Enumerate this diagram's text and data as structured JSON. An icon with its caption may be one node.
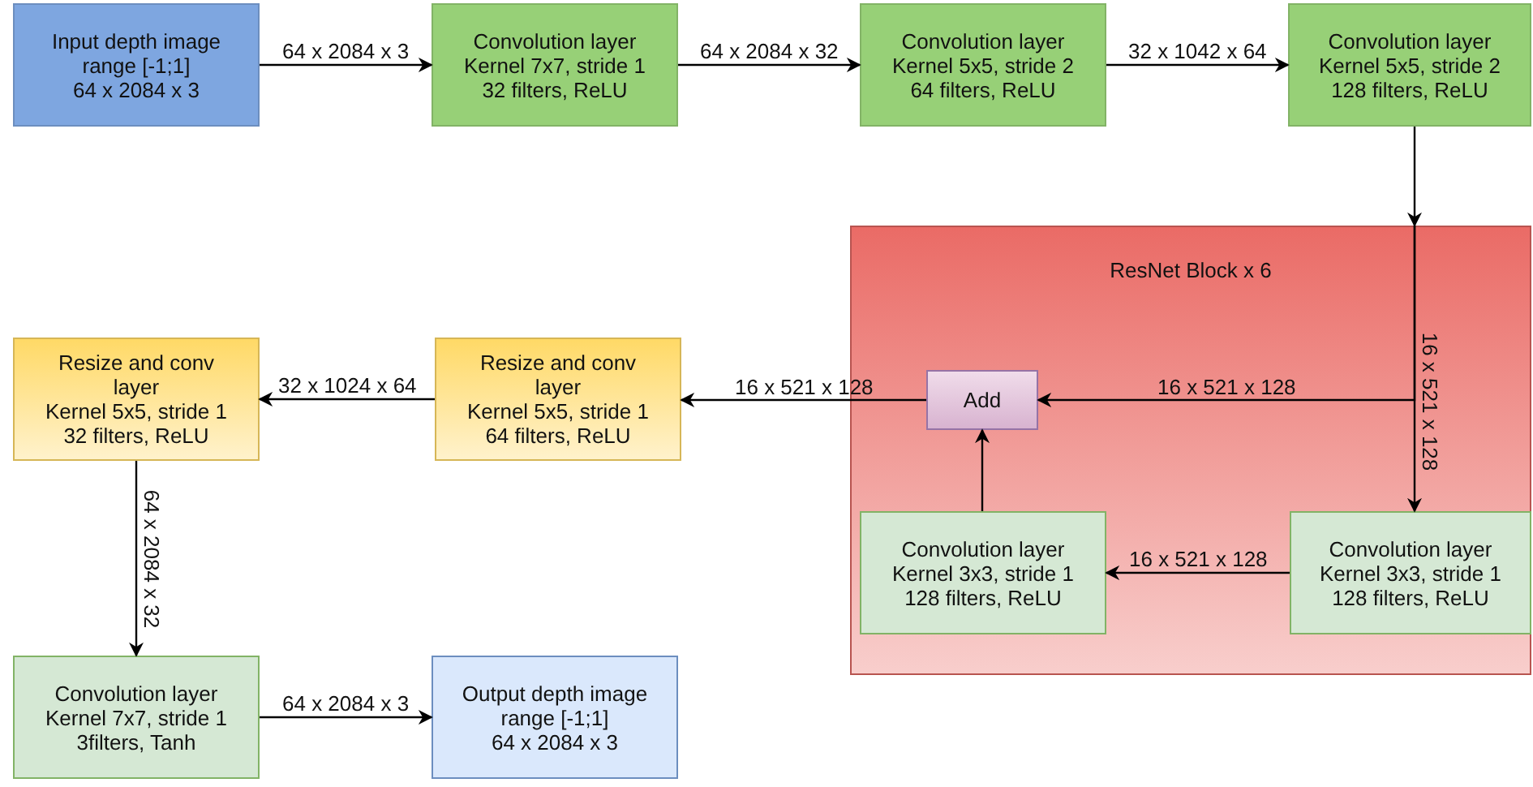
{
  "diagram": {
    "nodes": [
      {
        "text": [
          "Input depth image",
          "range [-1;1]",
          "64 x 2084 x 3"
        ]
      },
      {
        "text": [
          "Convolution layer",
          "Kernel 7x7, stride 1",
          "32 filters, ReLU"
        ]
      },
      {
        "text": [
          "Convolution layer",
          "Kernel 5x5, stride 2",
          "64 filters, ReLU"
        ]
      },
      {
        "text": [
          "Convolution layer",
          "Kernel 5x5, stride 2",
          "128 filters, ReLU"
        ]
      },
      {
        "text": [
          "ResNet Block x 6"
        ]
      },
      {
        "text": [
          "Add"
        ],
        "in": 4
      },
      {
        "text": [
          "Convolution layer",
          "Kernel 3x3, stride 1",
          "128 filters, ReLU"
        ],
        "in": 4
      },
      {
        "text": [
          "Convolution layer",
          "Kernel 3x3, stride 1",
          "128 filters, ReLU"
        ],
        "in": 4
      },
      {
        "text": [
          "Resize and conv layer",
          "Kernel 5x5, stride 1",
          "32 filters, ReLU"
        ]
      },
      {
        "text": [
          "Resize and conv layer",
          "Kernel 5x5, stride 1",
          "64 filters, ReLU"
        ]
      },
      {
        "text": [
          "Convolution layer",
          "Kernel 7x7, stride 1",
          "3filters, Tanh"
        ]
      },
      {
        "text": [
          "Output depth image",
          "range [-1;1]",
          "64 x 2084 x 3"
        ]
      }
    ],
    "edges": [
      {
        "from": 0,
        "to": 1,
        "arrow": "to",
        "label": "64 x 2084 x 3"
      },
      {
        "from": 1,
        "to": 2,
        "arrow": "to",
        "label": "64 x 2084 x 32"
      },
      {
        "from": 2,
        "to": 3,
        "arrow": "to",
        "label": "32 x 1042 x 64"
      },
      {
        "from": 3,
        "to": 4,
        "arrow": "to"
      },
      {
        "from": 4,
        "to": 7,
        "arrow": "to",
        "label": "16 x 521 x 128"
      },
      {
        "from": 4,
        "to": 5,
        "arrow": "to",
        "label": "16 x 521 x 128"
      },
      {
        "from": 7,
        "to": 6,
        "arrow": "to",
        "label": "16 x 521 x 128"
      },
      {
        "from": 6,
        "to": 5,
        "arrow": "to"
      },
      {
        "from": 5,
        "to": 9,
        "arrow": "to",
        "label": "16 x 521 x 128"
      },
      {
        "from": 9,
        "to": 8,
        "arrow": "to",
        "label": "32 x 1024 x 64"
      },
      {
        "from": 8,
        "to": 10,
        "arrow": "to",
        "label": "64 x 2084 x 32"
      },
      {
        "from": 10,
        "to": 11,
        "arrow": "to",
        "label": "64 x 2084 x 3"
      }
    ]
  }
}
